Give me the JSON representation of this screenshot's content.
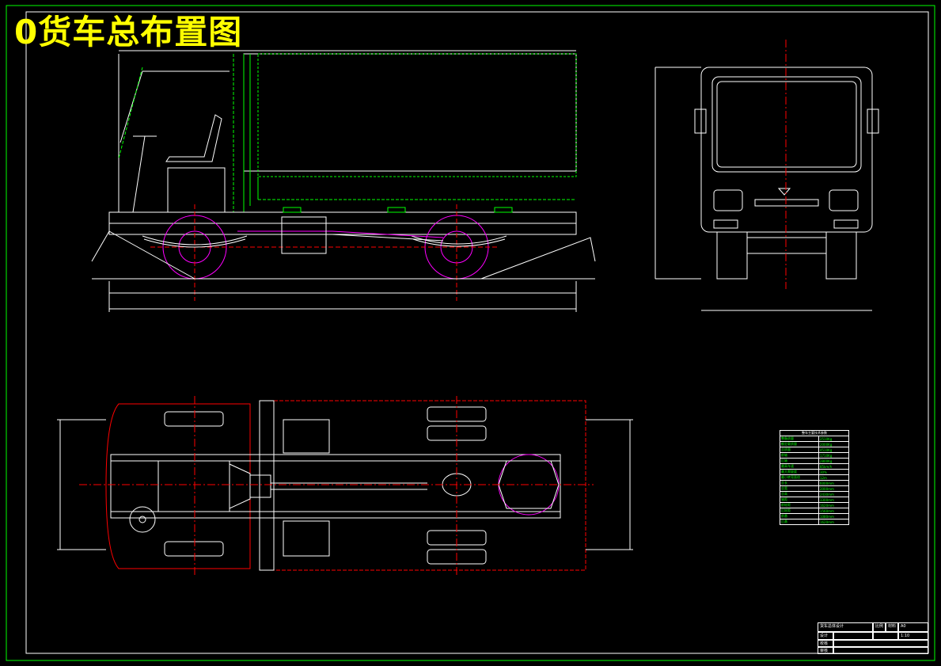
{
  "title": "0货车总布置图",
  "colors": {
    "background": "#000000",
    "outline": "#ffffff",
    "centerline": "#ff0000",
    "body": "#00ff00",
    "wheel": "#ff00ff",
    "title": "#ffff00",
    "frame_border": "#00ff00"
  },
  "spec_table": {
    "caption": "整车主要技术参数",
    "rows": [
      {
        "label": "整备质量",
        "value": "2510Kg"
      },
      {
        "label": "额定载质量",
        "value": "2000Kg"
      },
      {
        "label": "总质量",
        "value": "4510Kg"
      },
      {
        "label": "前轴",
        "value": "1710Kg"
      },
      {
        "label": "后轴",
        "value": "2800Kg"
      },
      {
        "label": "最高车速",
        "value": "85km/h"
      },
      {
        "label": "最大爬坡度",
        "value": "30%"
      },
      {
        "label": "最小转弯直径",
        "value": "12m"
      },
      {
        "label": "总长",
        "value": "6000mm"
      },
      {
        "label": "总宽",
        "value": "2000mm"
      },
      {
        "label": "总高",
        "value": "2430mm"
      },
      {
        "label": "轴距",
        "value": "3300mm"
      },
      {
        "label": "前轮距",
        "value": "1620mm"
      },
      {
        "label": "后轮距",
        "value": "1560mm"
      },
      {
        "label": "前悬",
        "value": "1080mm"
      },
      {
        "label": "后悬",
        "value": "1620mm"
      }
    ]
  },
  "title_block": {
    "drawing_name": "货车总体设计",
    "sheet": "A0",
    "row_labels": [
      "设计",
      "校核",
      "审核"
    ],
    "col_labels": [
      "比例",
      "材料"
    ],
    "scale": "1:10"
  }
}
